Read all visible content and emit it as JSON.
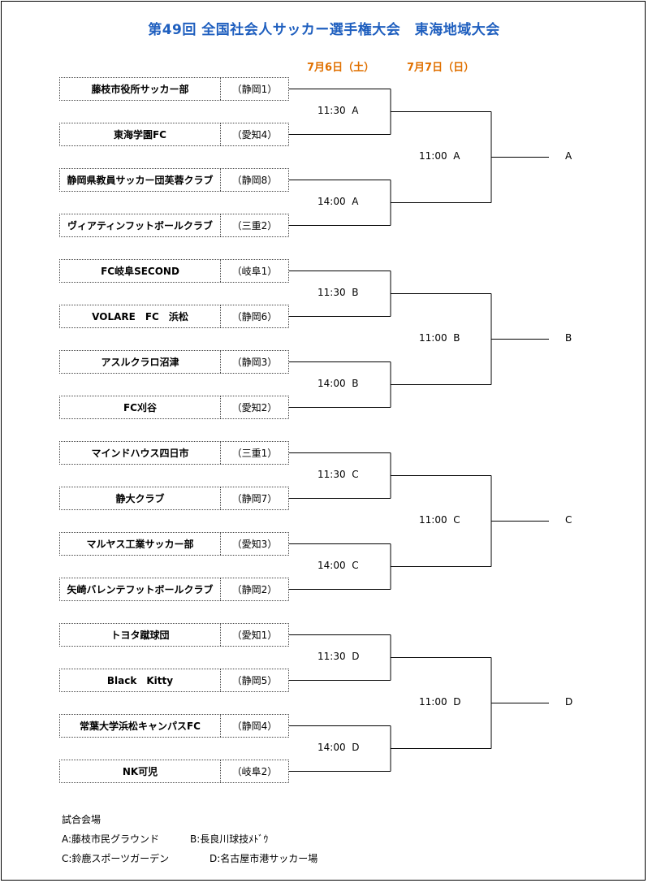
{
  "title": "第49回 全国社会人サッカー選手権大会　東海地域大会",
  "dates": {
    "day1": "7月6日（土）",
    "day2": "7月7日（日）"
  },
  "teams": [
    {
      "name": "藤枝市役所サッカー部",
      "pref": "（静岡1）"
    },
    {
      "name": "東海学園FC",
      "pref": "（愛知4）"
    },
    {
      "name": "静岡県教員サッカー団芙蓉クラブ",
      "pref": "（静岡8）"
    },
    {
      "name": "ヴィアティンフットボールクラブ",
      "pref": "（三重2）"
    },
    {
      "name": "FC岐阜SECOND",
      "pref": "（岐阜1）"
    },
    {
      "name": "VOLARE　FC　浜松",
      "pref": "（静岡6）"
    },
    {
      "name": "アスルクラロ沼津",
      "pref": "（静岡3）"
    },
    {
      "name": "FC刈谷",
      "pref": "（愛知2）"
    },
    {
      "name": "マインドハウス四日市",
      "pref": "（三重1）"
    },
    {
      "name": "静大クラブ",
      "pref": "（静岡7）"
    },
    {
      "name": "マルヤス工業サッカー部",
      "pref": "（愛知3）"
    },
    {
      "name": "矢崎バレンテフットボールクラブ",
      "pref": "（静岡2）"
    },
    {
      "name": "トヨタ蹴球団",
      "pref": "（愛知1）"
    },
    {
      "name": "Black　Kitty",
      "pref": "（静岡5）"
    },
    {
      "name": "常葉大学浜松キャンパスFC",
      "pref": "（静岡4）"
    },
    {
      "name": "NK可児",
      "pref": "（岐阜2）"
    }
  ],
  "round1": [
    "11:30  A",
    "14:00  A",
    "11:30  B",
    "14:00  B",
    "11:30  C",
    "14:00  C",
    "11:30  D",
    "14:00  D"
  ],
  "round2": [
    "11:00  A",
    "11:00  B",
    "11:00  C",
    "11:00  D"
  ],
  "winners": [
    "A",
    "B",
    "C",
    "D"
  ],
  "venue": {
    "heading": "試合会場",
    "a": "A:藤枝市民グラウンド",
    "b": "B:長良川球技ﾒﾄﾞｳ",
    "c": "C:鈴鹿スポーツガーデン",
    "d": "D:名古屋市港サッカー場"
  }
}
